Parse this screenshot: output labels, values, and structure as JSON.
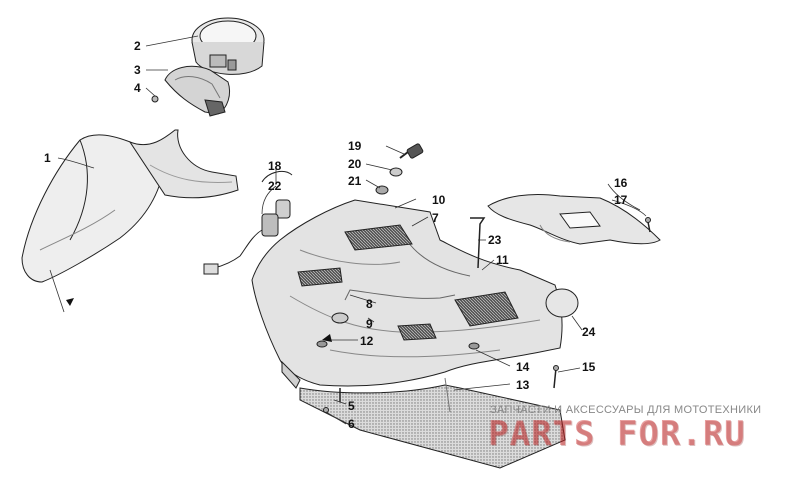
{
  "callouts": {
    "c1": "1",
    "c2": "2",
    "c3": "3",
    "c4": "4",
    "c5": "5",
    "c6": "6",
    "c7": "7",
    "c8": "8",
    "c9": "9",
    "c10": "10",
    "c11": "11",
    "c12": "12",
    "c13": "13",
    "c14": "14",
    "c15": "15",
    "c16": "16",
    "c17": "17",
    "c18": "18",
    "c19": "19",
    "c20": "20",
    "c21": "21",
    "c22": "22",
    "c23": "23",
    "c24": "24"
  },
  "watermark": {
    "subtitle": "ЗАПЧАСТИ И АКСЕССУАРЫ ДЛЯ МОТОТЕХНИКИ",
    "logo": "PARTS FOR.RU"
  },
  "colors": {
    "line": "#222222",
    "fill_light": "#e8e8e8",
    "fill_mid": "#cfcfcf",
    "fill_dark": "#9a9a9a",
    "watermark": "#cc3030"
  }
}
